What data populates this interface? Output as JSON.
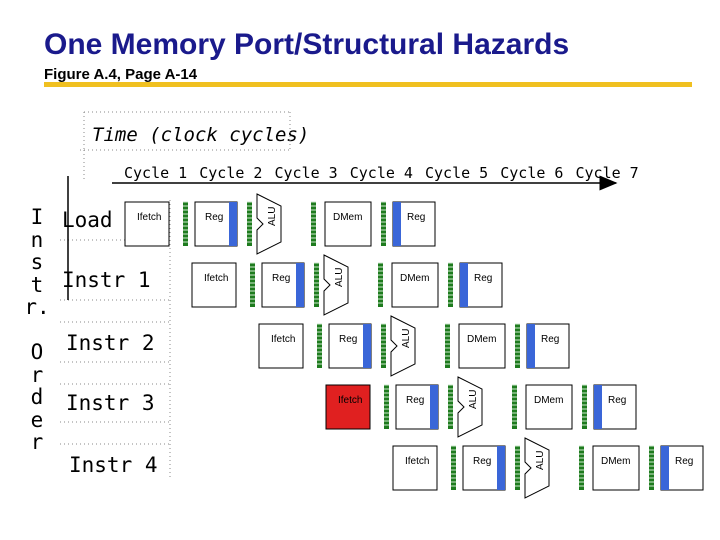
{
  "header": {
    "title": "One Memory Port/Structural Hazards",
    "subtitle": "Figure A.4, Page A-14"
  },
  "time_label": "Time (clock cycles)",
  "cycles": [
    "Cycle 1",
    "Cycle 2",
    "Cycle 3",
    "Cycle 4",
    "Cycle 5",
    "Cycle 6",
    "Cycle 7"
  ],
  "order_label": [
    "I",
    "n",
    "s",
    "t",
    "r.",
    "",
    "O",
    "r",
    "d",
    "e",
    "r"
  ],
  "instructions": [
    "Load",
    "Instr 1",
    "Instr 2",
    "Instr 3",
    "Instr 4"
  ],
  "stages": {
    "ifetch": "Ifetch",
    "reg": "Reg",
    "alu": "ALU",
    "dmem": "DMem"
  },
  "colors": {
    "title": "#1a1a8c",
    "rule": "#f0c020",
    "reg_accent": "#3a66d8",
    "latch": "#1e7b1e",
    "hazard": "#e02020"
  }
}
